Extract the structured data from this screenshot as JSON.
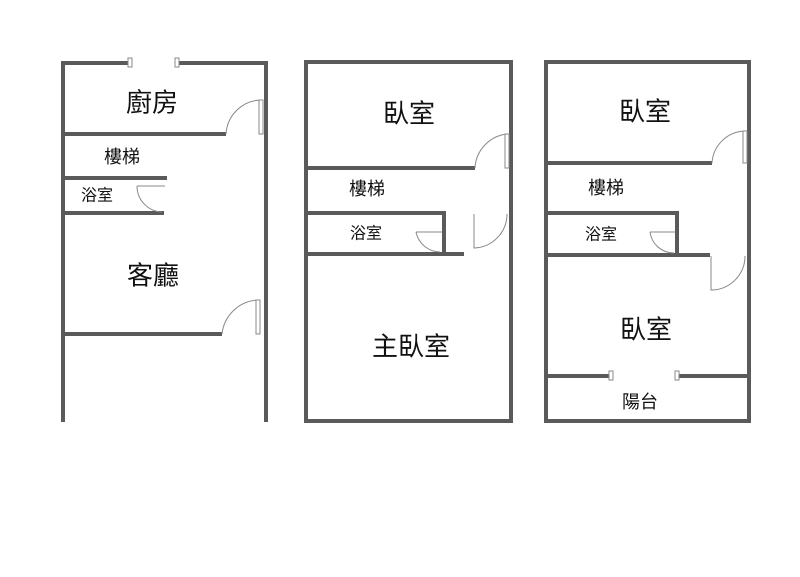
{
  "floor1": {
    "kitchen": "廚房",
    "stairs": "樓梯",
    "bathroom": "浴室",
    "living_room": "客廳"
  },
  "floor2": {
    "bedroom": "臥室",
    "stairs": "樓梯",
    "bathroom": "浴室",
    "master_bedroom": "主臥室"
  },
  "floor3": {
    "bedroom_front": "臥室",
    "stairs": "樓梯",
    "bathroom": "浴室",
    "bedroom_back": "臥室",
    "balcony": "陽台"
  },
  "colors": {
    "wall": "#5a5a5a",
    "door": "#888888"
  }
}
